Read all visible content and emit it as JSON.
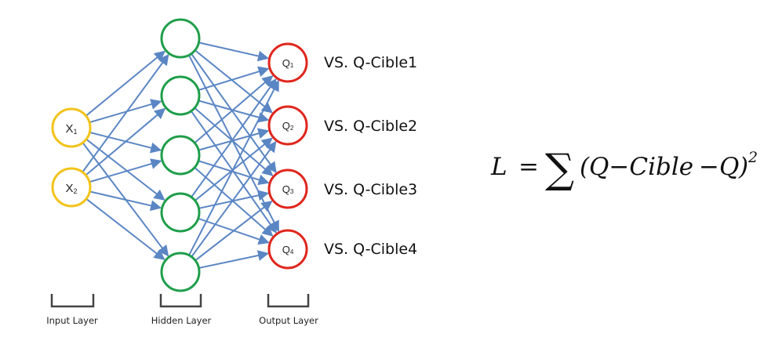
{
  "network": {
    "input_nodes": [
      {
        "letter": "X",
        "sub": "1"
      },
      {
        "letter": "X",
        "sub": "2"
      }
    ],
    "hidden_nodes": 5,
    "output_nodes": [
      {
        "letter": "Q",
        "sub": "1",
        "target_label": "VS. Q-Cible1"
      },
      {
        "letter": "Q",
        "sub": "2",
        "target_label": "VS. Q-Cible2"
      },
      {
        "letter": "Q",
        "sub": "3",
        "target_label": "VS. Q-Cible3"
      },
      {
        "letter": "Q",
        "sub": "4",
        "target_label": "VS. Q-Cible4"
      }
    ],
    "layer_labels": {
      "input": "Input Layer",
      "hidden": "Hidden Layer",
      "output": "Output Layer"
    }
  },
  "formula": {
    "lhs": "L",
    "equals": "=",
    "sum": "∑",
    "open_paren": "(",
    "target": "Q−Cible",
    "minus": "−",
    "q": "Q",
    "close_paren": ")",
    "exponent": "2"
  },
  "colors": {
    "input_node": "#f2c318",
    "hidden_node": "#1f9e4a",
    "output_node": "#e0261d",
    "connection": "#5b86c4",
    "bracket": "#444444"
  }
}
